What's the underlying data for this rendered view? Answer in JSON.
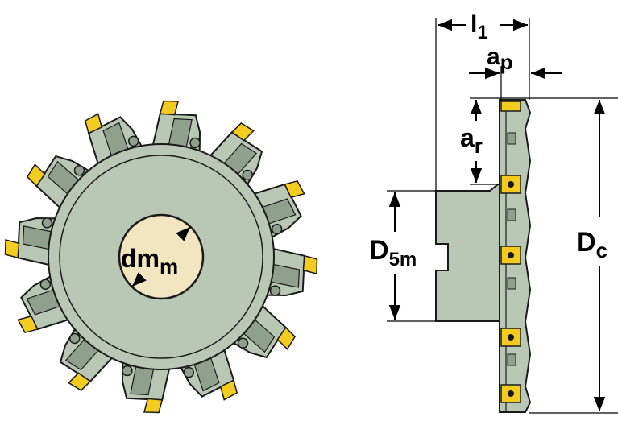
{
  "labels": {
    "dmm_main": "dm",
    "dmm_sub": "m",
    "l1_main": "l",
    "l1_sub": "1",
    "ap_main": "a",
    "ap_sub": "p",
    "ar_main": "a",
    "ar_sub": "r",
    "d5m_main": "D",
    "d5m_sub": "5m",
    "dc_main": "D",
    "dc_sub": "c"
  },
  "colors": {
    "body": "#b8c8b4",
    "body_shadow": "#8fa08c",
    "bore": "#f1e6bf",
    "insert": "#f3cc1f",
    "insert_edge": "#b08d00",
    "outline": "#1a1a1a",
    "background": "#ffffff"
  },
  "icons": {
    "front_view": "milling-cutter-front-view",
    "side_view": "milling-cutter-side-view"
  }
}
